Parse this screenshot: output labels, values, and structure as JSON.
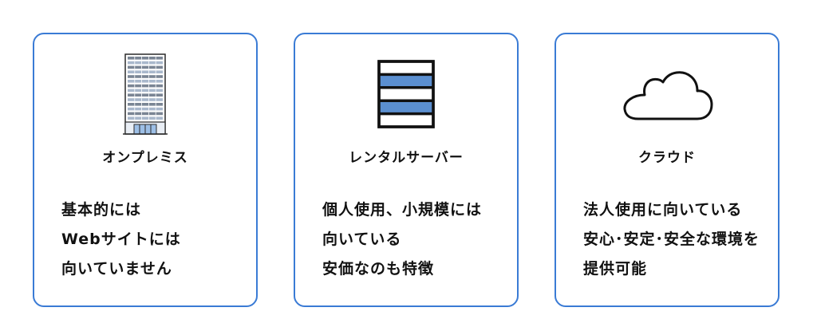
{
  "colors": {
    "card_border": "#3a7bd5",
    "accent_fill": "#5b8fd0",
    "text": "#111111"
  },
  "cards": [
    {
      "icon": "building-icon",
      "title": "オンプレミス",
      "lines": [
        "基本的には",
        "Webサイトには",
        "向いていません"
      ]
    },
    {
      "icon": "server-rack-icon",
      "title": "レンタルサーバー",
      "lines": [
        "個人使用、小規模には",
        "向いている",
        "安価なのも特徴"
      ]
    },
    {
      "icon": "cloud-icon",
      "title": "クラウド",
      "lines": [
        "法人使用に向いている",
        "安心･安定･安全な環境を",
        "提供可能"
      ]
    }
  ]
}
